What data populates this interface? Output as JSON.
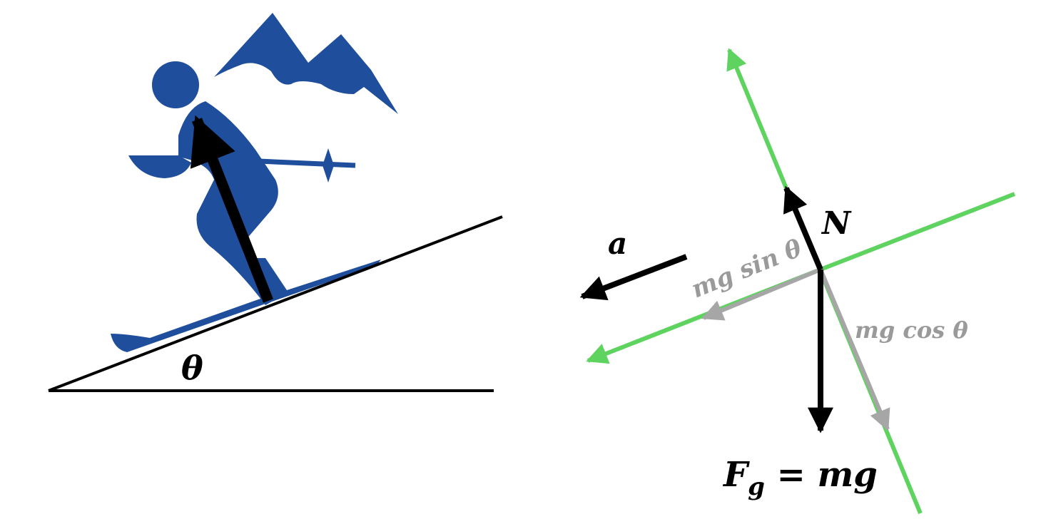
{
  "colors": {
    "skier": "#1f4e9c",
    "axis_green": "#5fd35f",
    "component_gray": "#a6a6a6",
    "force_black": "#000000"
  },
  "labels": {
    "angle": "θ",
    "normal": "N",
    "acceleration": "a",
    "parallel": "mg sin θ",
    "perpendicular": "mg cos θ",
    "gravity_main": "F",
    "gravity_sub": "g",
    "gravity_rest": " = mg"
  }
}
